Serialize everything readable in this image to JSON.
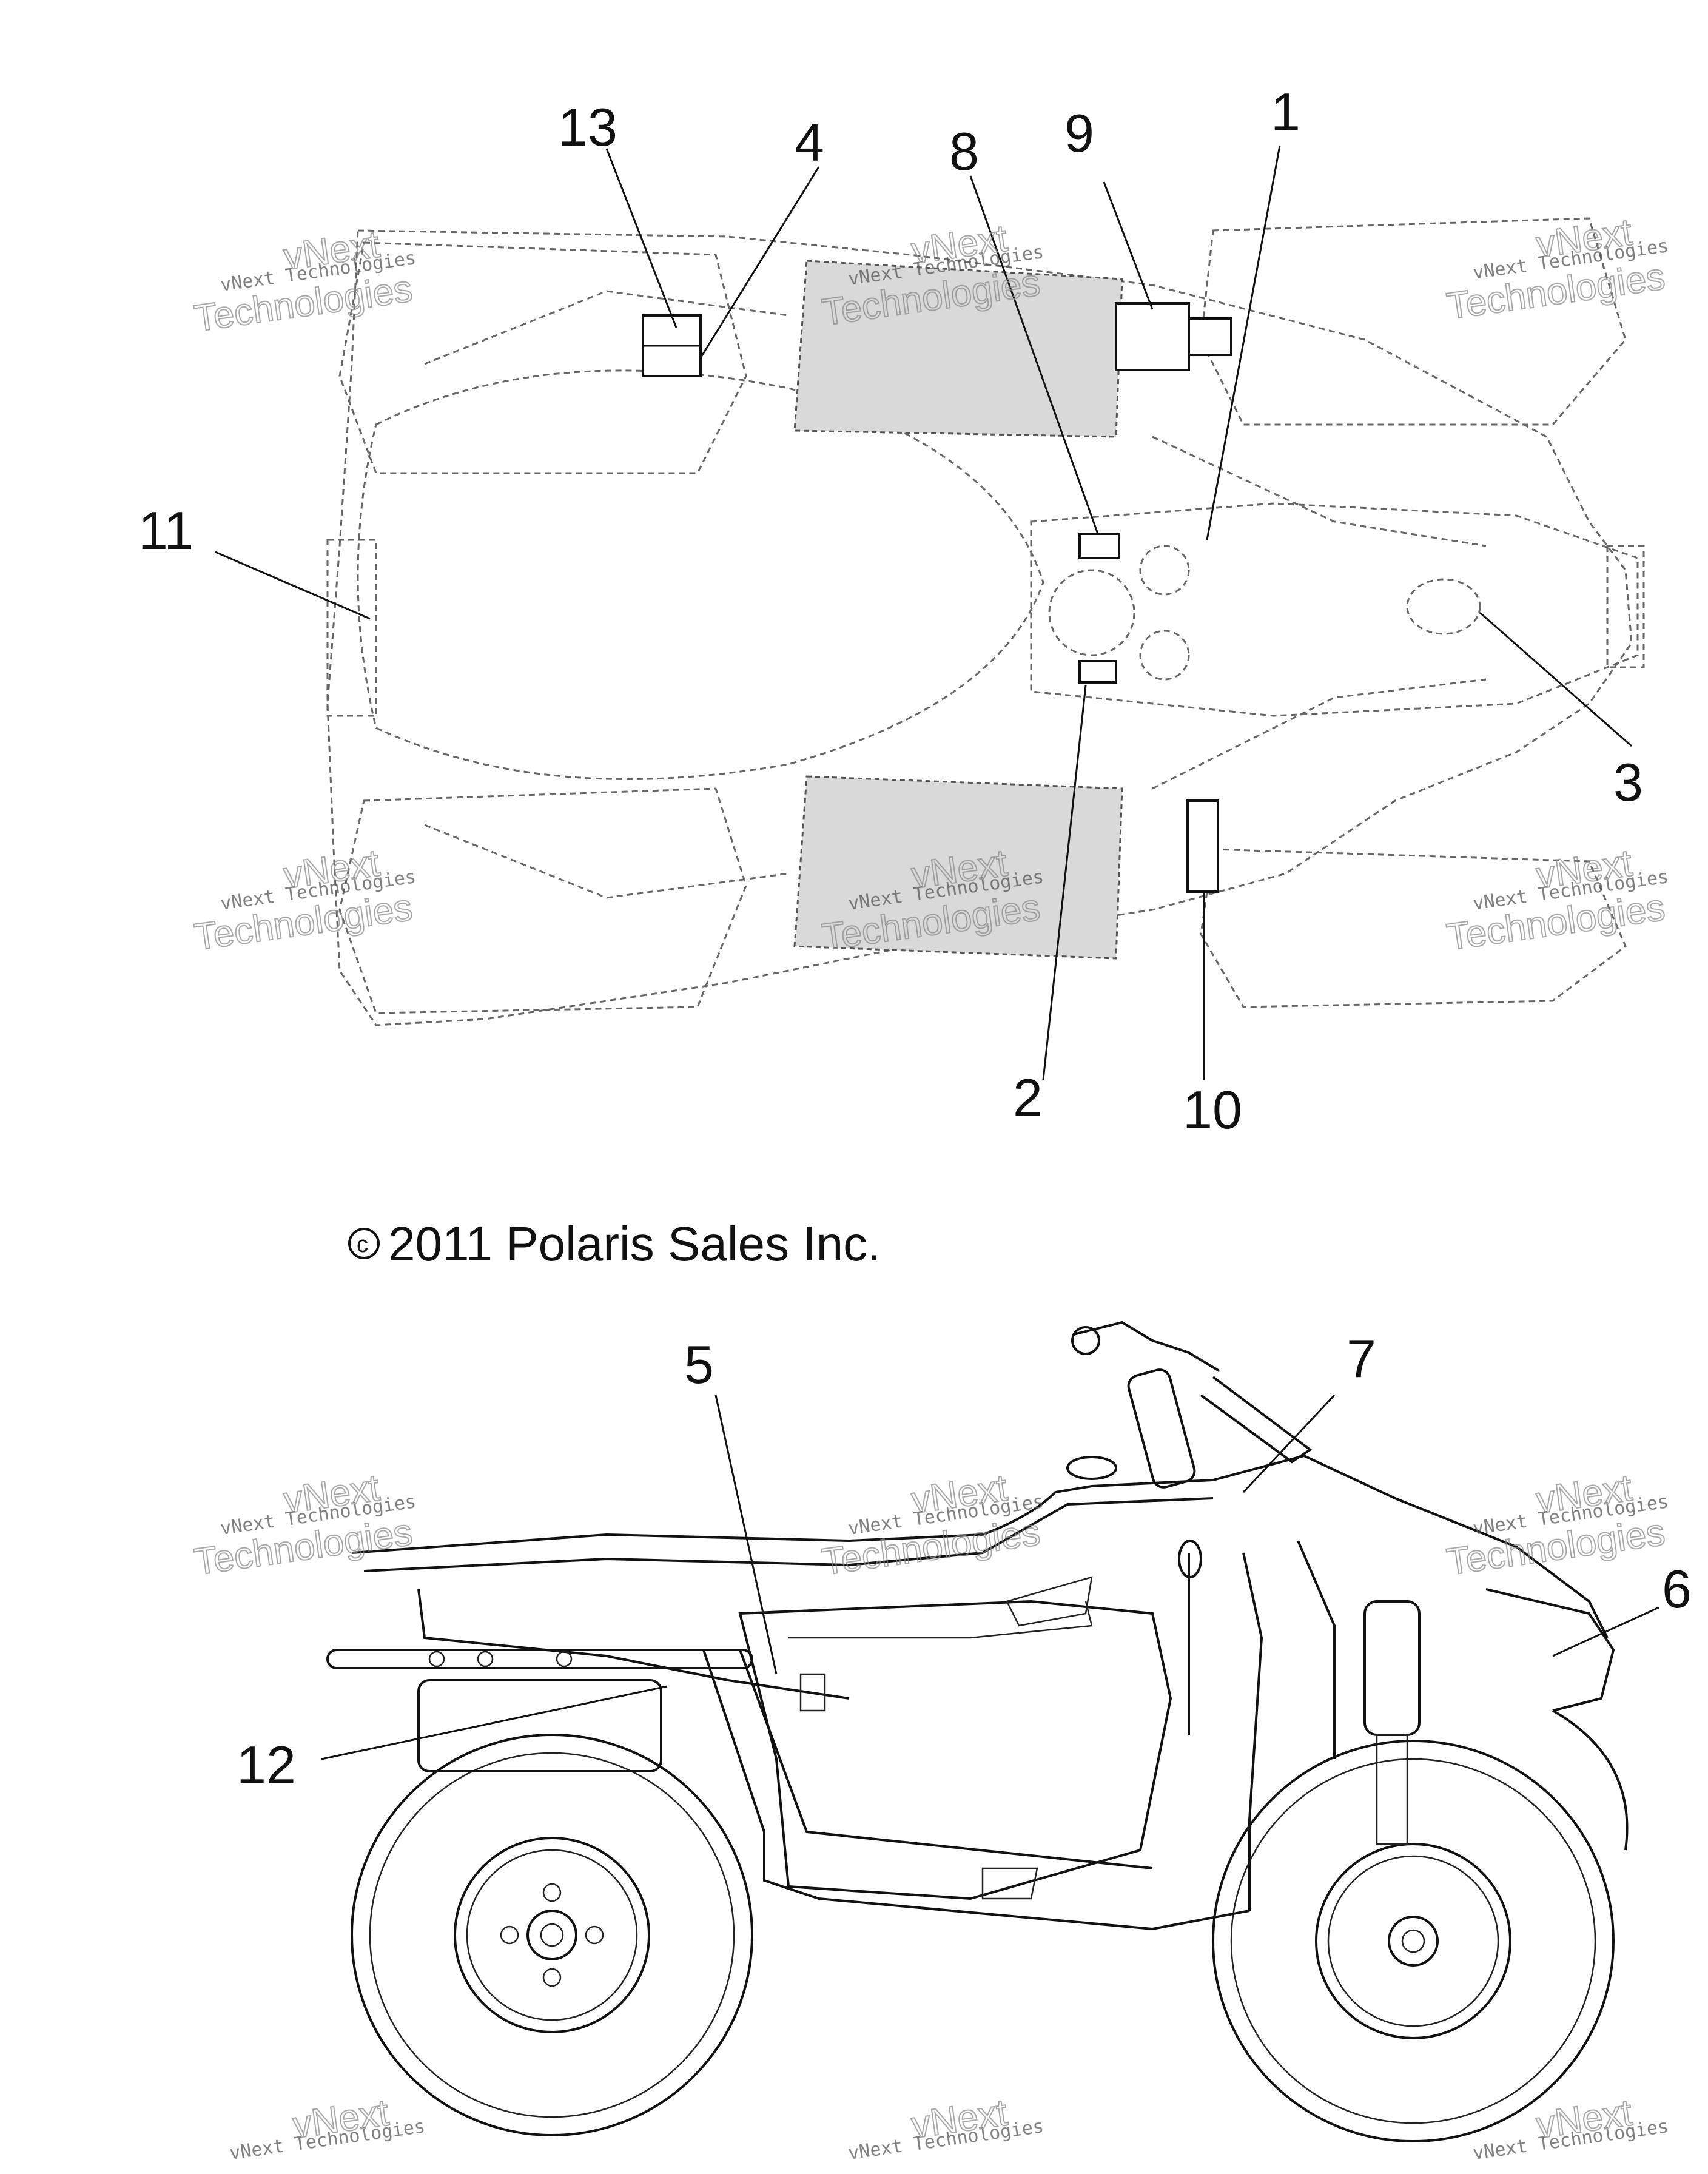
{
  "callouts": {
    "c1": "1",
    "c2": "2",
    "c3": "3",
    "c4": "4",
    "c5": "5",
    "c6": "6",
    "c7": "7",
    "c8": "8",
    "c9": "9",
    "c10": "10",
    "c11": "11",
    "c12": "12",
    "c13": "13"
  },
  "copyright": "2011 Polaris Sales Inc.",
  "copyright_symbol": "c",
  "watermark": {
    "line1": "vNext Technologies",
    "big_top": "vNext",
    "big_bottom": "Technologies"
  }
}
